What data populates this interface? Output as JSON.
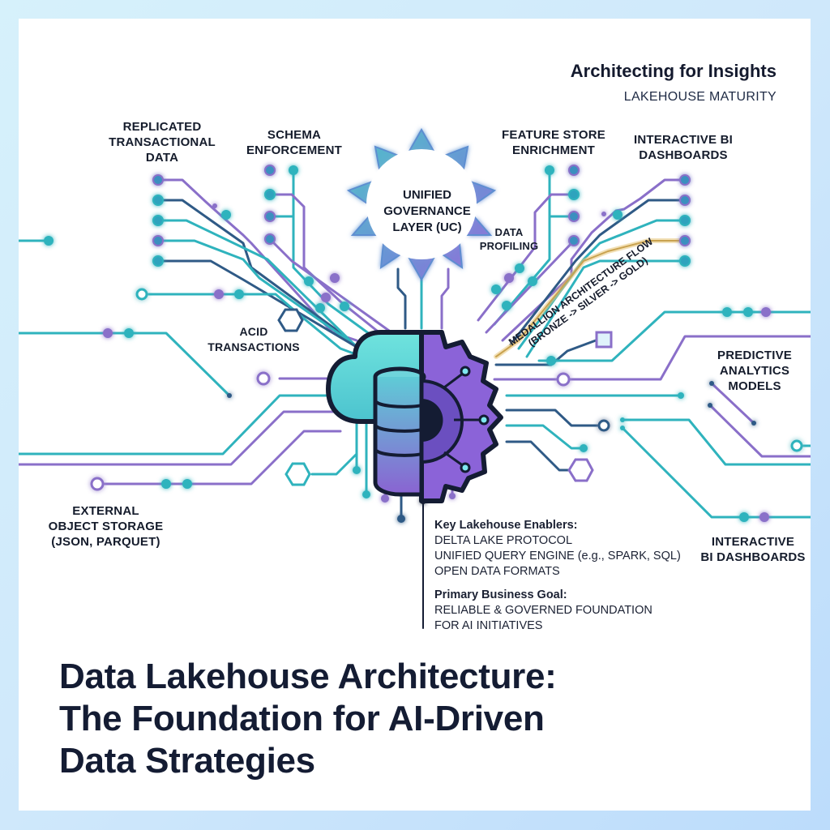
{
  "header": {
    "title": "Architecting for Insights",
    "subtitle": "LAKEHOUSE MATURITY"
  },
  "diagram": {
    "center_icon": "cloud-database-gear-icon",
    "governance": {
      "label_lines": [
        "UNIFIED",
        "GOVERNANCE",
        "LAYER (UC)"
      ],
      "icon": "star-badge-icon"
    },
    "nodes": {
      "replicated_transactional_data": [
        "REPLICATED",
        "TRANSACTIONAL",
        "DATA"
      ],
      "schema_enforcement": [
        "SCHEMA",
        "ENFORCEMENT"
      ],
      "feature_store_enrichment": [
        "FEATURE STORE",
        "ENRICHMENT"
      ],
      "interactive_bi_top": [
        "INTERACTIVE BI",
        "DASHBOARDS"
      ],
      "data_profiling": [
        "DATA",
        "PROFILING"
      ],
      "acid_transactions": [
        "ACID",
        "TRANSACTIONS"
      ],
      "predictive_analytics": [
        "PREDICTIVE",
        "ANALYTICS",
        "MODELS"
      ],
      "external_object_storage": [
        "EXTERNAL",
        "OBJECT STORAGE",
        "(JSON, PARQUET)"
      ],
      "interactive_bi_bottom": [
        "INTERACTIVE",
        "BI DASHBOARDS"
      ]
    },
    "medallion_flow": {
      "line1": "MEDALLION ARCHITECTURE FLOW",
      "line2": "(BRONZE -> SILVER -> GOLD)"
    },
    "colors": {
      "teal": "#2fb3bd",
      "purple": "#8a6fc9",
      "navy": "#2f5a86",
      "gold": "#e7c77a",
      "dark": "#141c33"
    }
  },
  "info_panel": {
    "enablers_heading": "Key Lakehouse Enablers:",
    "enablers": [
      "DELTA LAKE PROTOCOL",
      "UNIFIED QUERY ENGINE (e.g., SPARK, SQL)",
      "OPEN DATA FORMATS"
    ],
    "goal_heading": "Primary Business Goal:",
    "goal_lines": [
      "RELIABLE & GOVERNED FOUNDATION",
      "FOR AI INITIATIVES"
    ]
  },
  "main_title": {
    "line1": "Data Lakehouse Architecture:",
    "line2": "The Foundation for AI-Driven",
    "line3": "Data Strategies"
  }
}
